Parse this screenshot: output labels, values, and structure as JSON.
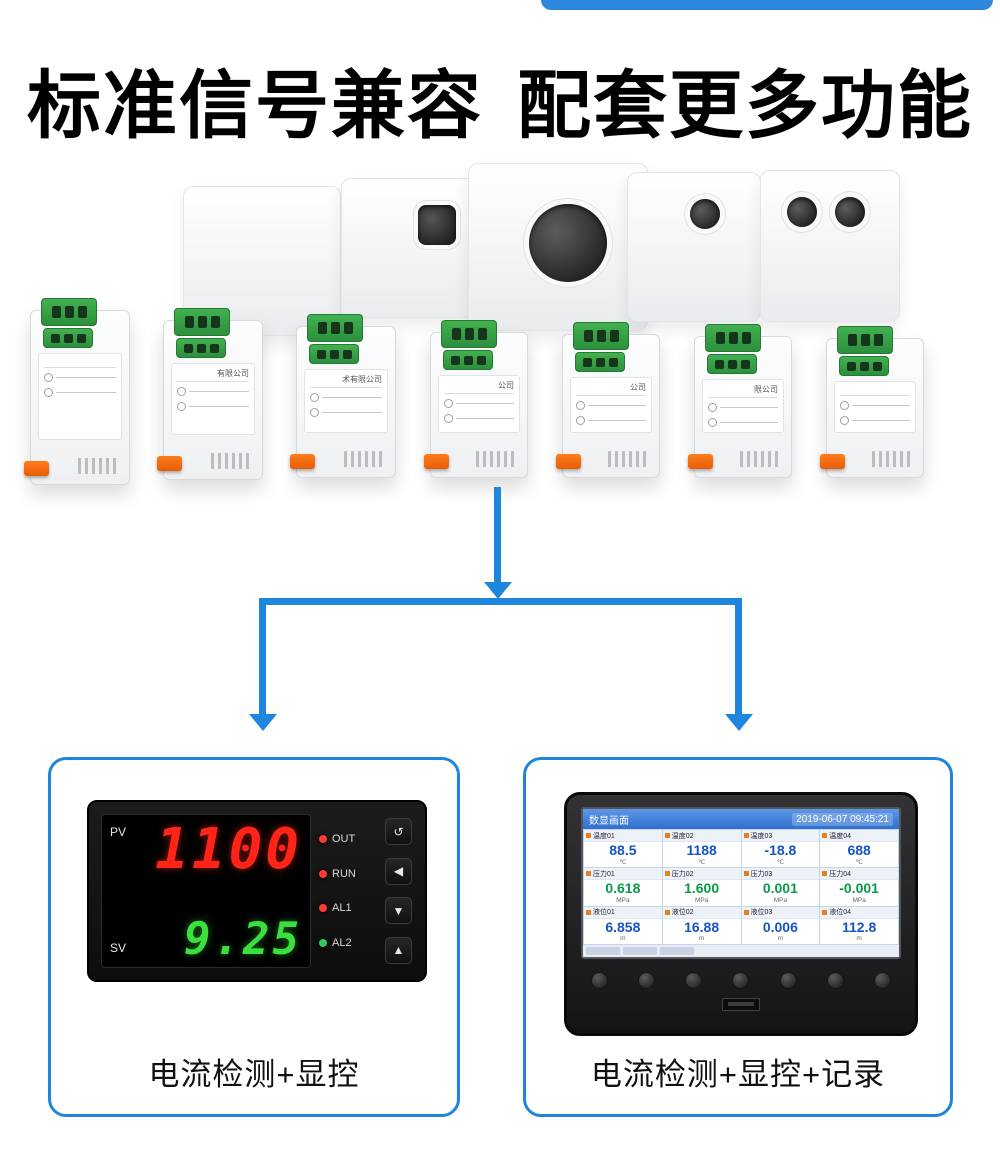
{
  "header": {
    "title_left": "标准信号兼容",
    "title_right": "配套更多功能"
  },
  "scene": {
    "modules": [
      {
        "label": ""
      },
      {
        "label": "有限公司"
      },
      {
        "label": "术有限公司"
      },
      {
        "label": "公司"
      },
      {
        "label": "公司"
      },
      {
        "label": "限公司"
      },
      {
        "label": ""
      }
    ]
  },
  "meter": {
    "pv_label": "PV",
    "pv_value": "1100",
    "sv_label": "SV",
    "sv_value": "9.25",
    "indicators": [
      {
        "label": "OUT",
        "color": "#ff3b30"
      },
      {
        "label": "RUN",
        "color": "#ff3b30"
      },
      {
        "label": "AL1",
        "color": "#ff3b30"
      },
      {
        "label": "AL2",
        "color": "#34c759"
      }
    ],
    "keys": [
      {
        "glyph": "↺"
      },
      {
        "glyph": "◀"
      },
      {
        "glyph": "▼"
      },
      {
        "glyph": "▲"
      }
    ]
  },
  "recorder": {
    "screen_title": "数显画面",
    "timestamp": "2019-06-07 09:45:21",
    "channels": [
      {
        "name": "温度01",
        "value": "88.5",
        "unit": "℃",
        "color": "#1653c4"
      },
      {
        "name": "温度02",
        "value": "1188",
        "unit": "℃",
        "color": "#1653c4"
      },
      {
        "name": "温度03",
        "value": "-18.8",
        "unit": "℃",
        "color": "#1653c4"
      },
      {
        "name": "温度04",
        "value": "688",
        "unit": "℃",
        "color": "#1653c4"
      },
      {
        "name": "压力01",
        "value": "0.618",
        "unit": "MPa",
        "color": "#0a9a4a"
      },
      {
        "name": "压力02",
        "value": "1.600",
        "unit": "MPa",
        "color": "#0a9a4a"
      },
      {
        "name": "压力03",
        "value": "0.001",
        "unit": "MPa",
        "color": "#0a9a4a"
      },
      {
        "name": "压力04",
        "value": "-0.001",
        "unit": "MPa",
        "color": "#0a9a4a"
      },
      {
        "name": "液位01",
        "value": "6.858",
        "unit": "m",
        "color": "#1653c4"
      },
      {
        "name": "液位02",
        "value": "16.88",
        "unit": "m",
        "color": "#1653c4"
      },
      {
        "name": "液位03",
        "value": "0.006",
        "unit": "m",
        "color": "#1653c4"
      },
      {
        "name": "液位04",
        "value": "112.8",
        "unit": "m",
        "color": "#1653c4"
      }
    ]
  },
  "captions": {
    "left": "电流检测+显控",
    "right": "电流检测+显控+记录"
  },
  "colors": {
    "accent": "#1f86dd",
    "pv_value": "#ff2418",
    "sv_value": "#3ce03c"
  }
}
